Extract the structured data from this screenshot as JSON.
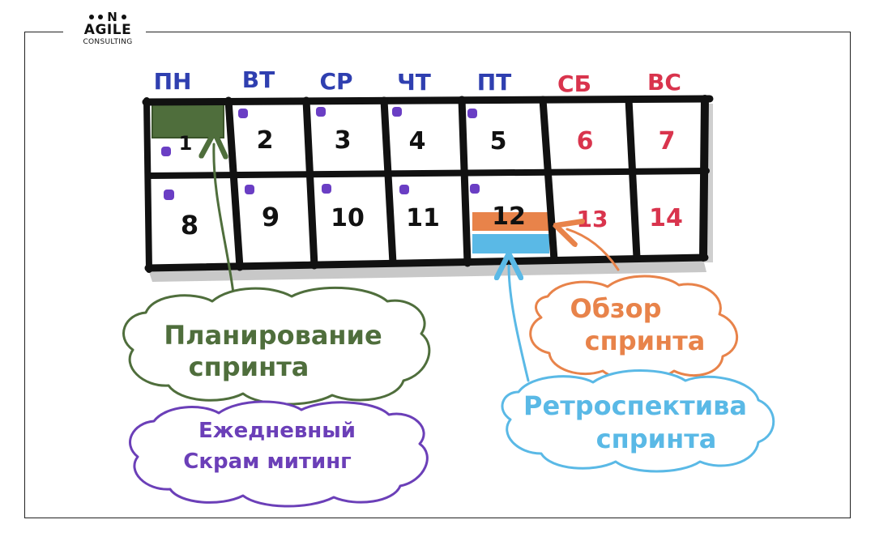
{
  "logo": {
    "mark": "N",
    "name": "AGILE",
    "subtitle": "CONSULTING"
  },
  "colors": {
    "weekday": "#2f3fb0",
    "weekend": "#d9344d",
    "planning": "#4f6e3c",
    "daily": "#6b3fb8",
    "review": "#e8834a",
    "retro": "#5ab9e6",
    "grid": "#111111",
    "marker": "#6a3ec4"
  },
  "days": [
    {
      "label": "ПН",
      "weekend": false
    },
    {
      "label": "ВТ",
      "weekend": false
    },
    {
      "label": "СР",
      "weekend": false
    },
    {
      "label": "ЧТ",
      "weekend": false
    },
    {
      "label": "ПТ",
      "weekend": false
    },
    {
      "label": "СБ",
      "weekend": true
    },
    {
      "label": "ВС",
      "weekend": true
    }
  ],
  "weeks": [
    [
      "1",
      "2",
      "3",
      "4",
      "5",
      "6",
      "7"
    ],
    [
      "8",
      "9",
      "10",
      "11",
      "12",
      "13",
      "14"
    ]
  ],
  "clouds": {
    "planning": {
      "line1": "Планирование",
      "line2": "спринта"
    },
    "daily": {
      "line1": "Ежедневный",
      "line2": "Скрам митинг"
    },
    "review": {
      "line1": "Обзор",
      "line2": "спринта"
    },
    "retro": {
      "line1": "Ретроспектива",
      "line2": "спринта"
    }
  }
}
